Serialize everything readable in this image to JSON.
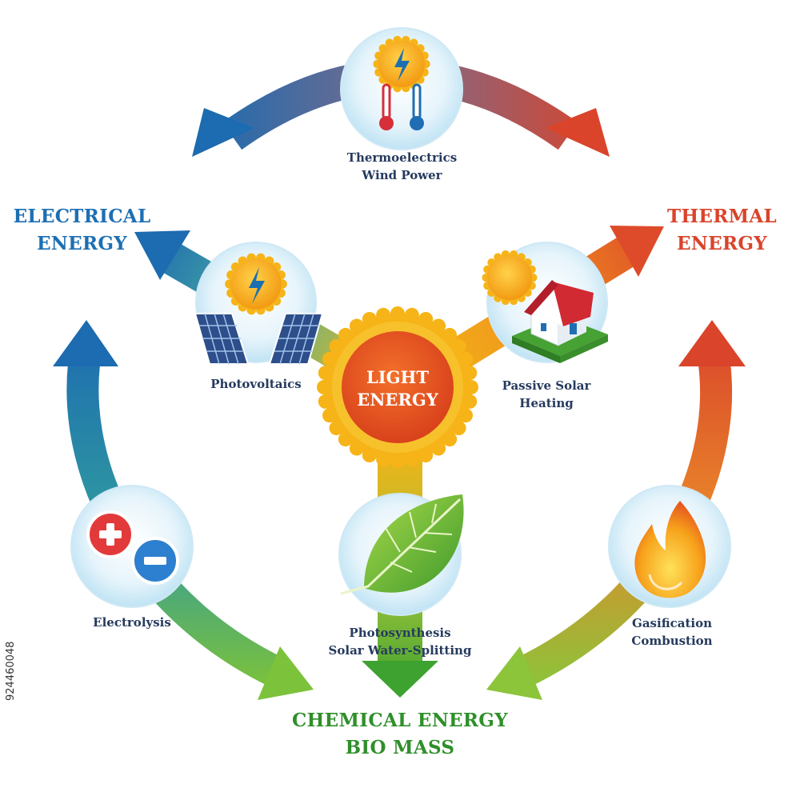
{
  "diagram": {
    "center": {
      "line1": "LIGHT",
      "line2": "ENERGY"
    },
    "electrical": {
      "line1": "ELECTRICAL",
      "line2": "ENERGY"
    },
    "thermal": {
      "line1": "THERMAL",
      "line2": "ENERGY"
    },
    "chemical": {
      "line1": "CHEMICAL ENERGY",
      "line2": "BIO MASS"
    },
    "thermoelectrics": {
      "line1": "Thermoelectrics",
      "line2": "Wind Power"
    },
    "photovoltaics": {
      "line1": "Photovoltaics"
    },
    "passive_solar": {
      "line1": "Passive Solar",
      "line2": "Heating"
    },
    "electrolysis": {
      "line1": "Electrolysis"
    },
    "photosynthesis": {
      "line1": "Photosynthesis",
      "line2": "Solar Water-Splitting"
    },
    "gasification": {
      "line1": "Gasification",
      "line2": "Combustion"
    }
  },
  "stock_id": "924460048",
  "colors": {
    "electrical": "#1d6fb3",
    "thermal": "#d9442b",
    "chemical": "#2f8f2a",
    "text": "#263a5e",
    "sun": "#f6b418",
    "light_core": "#ea5a1a"
  }
}
